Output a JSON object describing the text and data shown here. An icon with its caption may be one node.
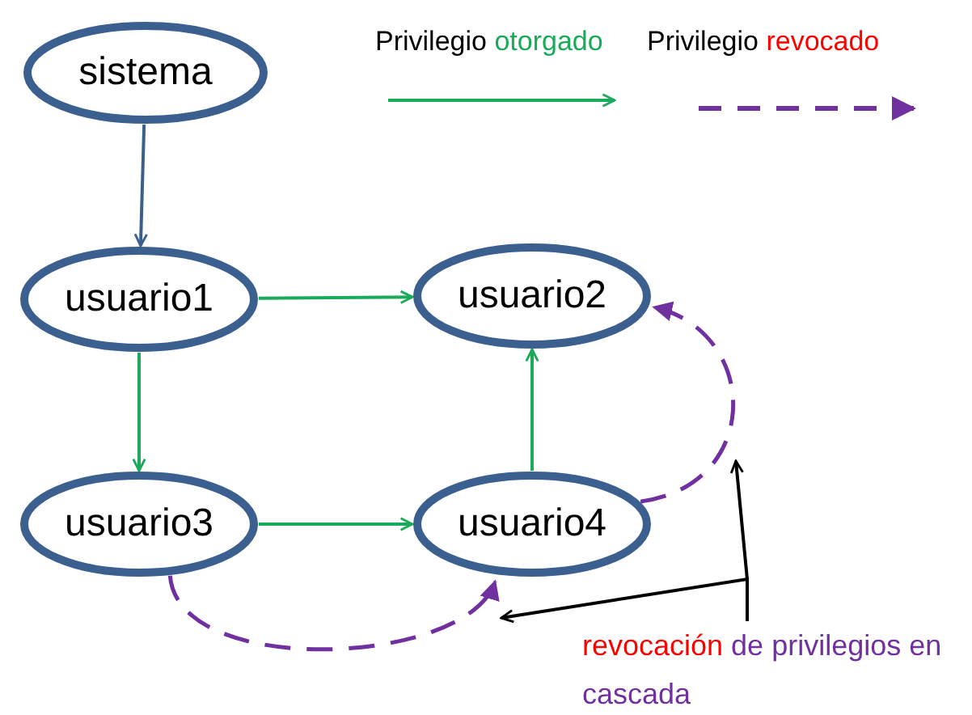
{
  "diagram": {
    "nodes": [
      {
        "text": [
          "sistema"
        ]
      },
      {
        "text": [
          "usuario1"
        ]
      },
      {
        "text": [
          "usuario2"
        ]
      },
      {
        "text": [
          "usuario3"
        ]
      },
      {
        "text": [
          "usuario4"
        ]
      },
      {
        "text": [
          "revocación de privilegios en cascada"
        ]
      }
    ],
    "edges": [
      {
        "from": 0,
        "to": 1,
        "arrow": "to",
        "color": "#3b5f8f"
      },
      {
        "from": 1,
        "to": 2,
        "arrow": "to"
      },
      {
        "from": 1,
        "to": 3,
        "arrow": "to"
      },
      {
        "from": 3,
        "to": 4,
        "arrow": "to"
      },
      {
        "from": 4,
        "to": 2,
        "arrow": "to"
      },
      {
        "from": 4,
        "to": 2,
        "arrow": "to",
        "style": "dashed",
        "color": "#7030a0"
      },
      {
        "from": 3,
        "to": 4,
        "arrow": "to",
        "style": "dashed",
        "color": "#7030a0"
      },
      {
        "from": 5,
        "to": null,
        "arrow": "to",
        "color": "#000000"
      },
      {
        "from": 5,
        "to": null,
        "arrow": "to",
        "color": "#000000"
      }
    ],
    "legend": [
      {
        "text": "Privilegio otorgado"
      },
      {
        "text": "Privilegio revocado"
      }
    ]
  }
}
